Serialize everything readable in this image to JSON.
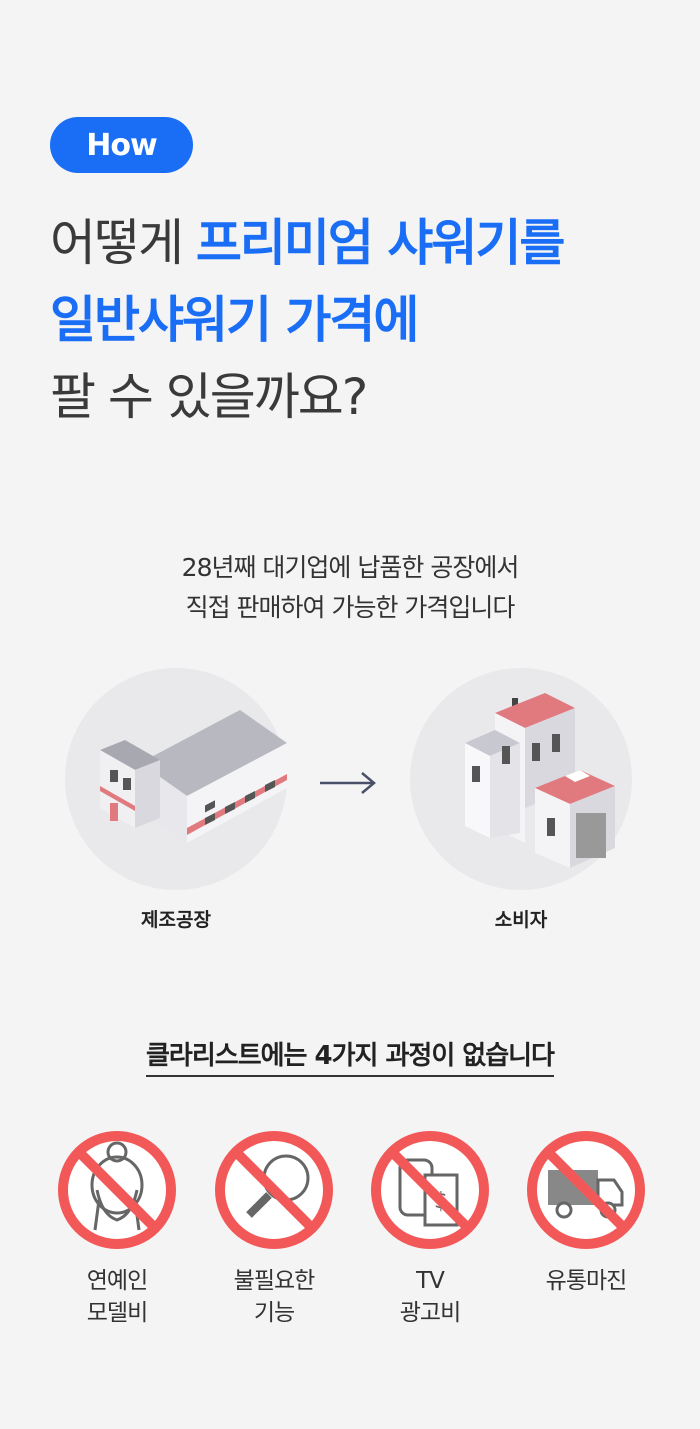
{
  "badge": {
    "label": "How"
  },
  "headline": {
    "line1_plain": "어떻게 ",
    "line1_highlight": "프리미엄 샤워기를",
    "line2_highlight": "일반샤워기 가격에",
    "line3_plain": "팔 수 있을까요?"
  },
  "intro": {
    "line1": "28년째 대기업에 납품한 공장에서",
    "line2": "직접 판매하여 가능한 가격입니다"
  },
  "flow": {
    "from_label": "제조공장",
    "to_label": "소비자",
    "arrow_icon": "right-arrow-icon"
  },
  "subheading": "클라리스트에는 4가지 과정이 없습니다",
  "removed_steps": [
    {
      "icon": "model-face-icon",
      "line1": "연예인",
      "line2": "모델비"
    },
    {
      "icon": "magnifier-icon",
      "line1": "불필요한",
      "line2": "기능"
    },
    {
      "icon": "tv-ad-receipt-icon",
      "line1": "TV",
      "line2": "광고비"
    },
    {
      "icon": "delivery-truck-icon",
      "line1": "유통마진",
      "line2": ""
    }
  ],
  "colors": {
    "accent": "#1a6ef5",
    "prohibit": "#f25858",
    "building_roof": "#e07a7f"
  }
}
